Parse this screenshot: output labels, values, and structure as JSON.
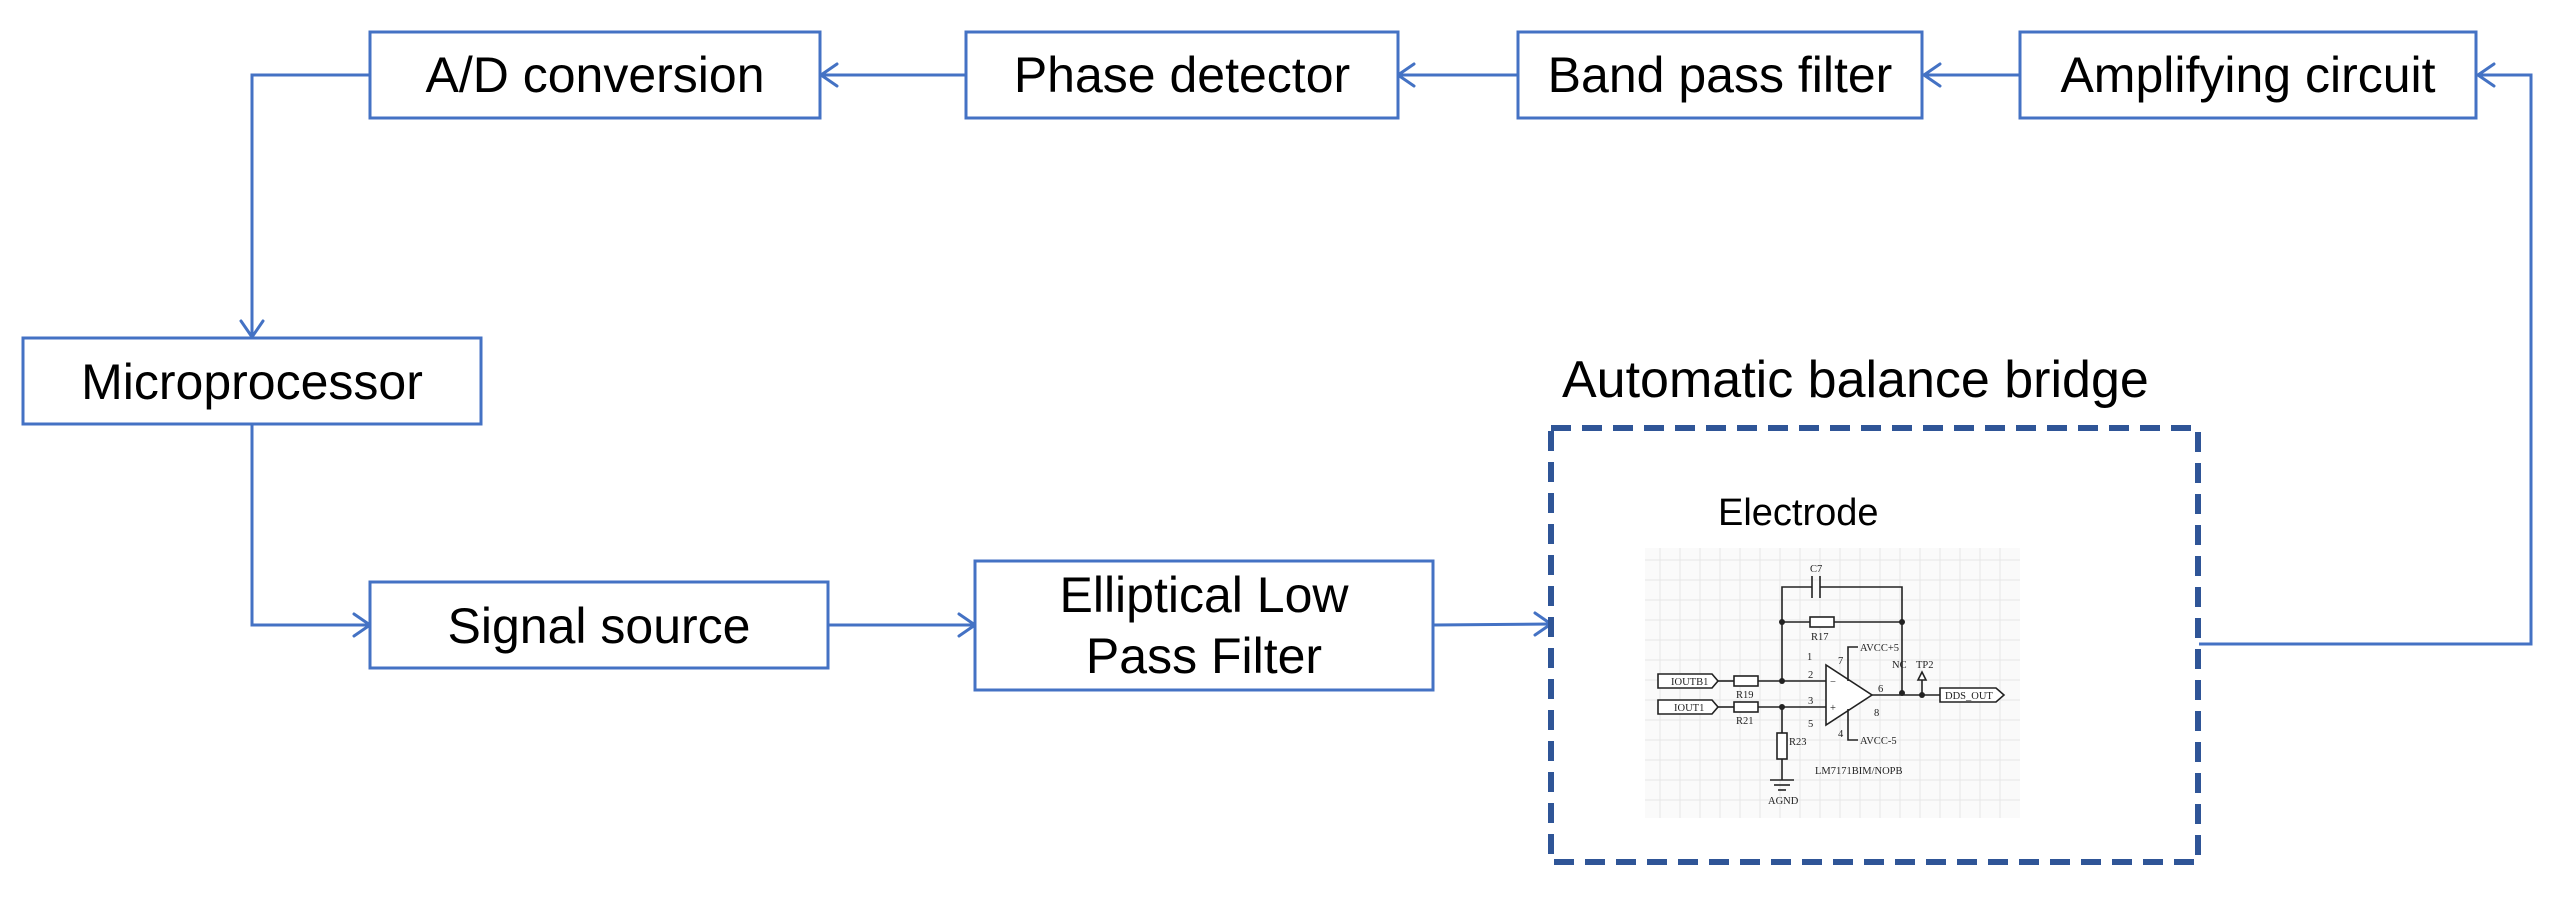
{
  "diagram": {
    "blocks": {
      "ad_conversion": "A/D conversion",
      "phase_detector": "Phase detector",
      "band_pass_filter": "Band pass filter",
      "amplifying_circuit": "Amplifying circuit",
      "microprocessor": "Microprocessor",
      "signal_source": "Signal source",
      "elliptical_filter_line1": "Elliptical Low",
      "elliptical_filter_line2": "Pass Filter"
    },
    "bridge": {
      "title": "Automatic balance bridge",
      "electrode_label": "Electrode"
    },
    "schematic": {
      "c7": "C7",
      "r17": "R17",
      "avcc_pos": "AVCC+5",
      "avcc_neg": "AVCC-5",
      "r19": "R19",
      "r21": "R21",
      "r23": "R23",
      "tp2": "TP2",
      "ioutb1": "IOUTB1",
      "iout1": "IOUT1",
      "dds_out": "DDS_OUT",
      "agnd": "AGND",
      "chip": "LM7171BIM/NOPB",
      "pin1": "1",
      "pin2": "2",
      "pin3": "3",
      "pin4": "4",
      "pin5": "5",
      "pin6": "6",
      "pin7": "7",
      "pin8": "8",
      "minus": "−",
      "plus": "+",
      "nc": "NC"
    },
    "colors": {
      "box_stroke": "#4472c4",
      "connector": "#4472c4",
      "region_stroke": "#2f5597"
    }
  }
}
